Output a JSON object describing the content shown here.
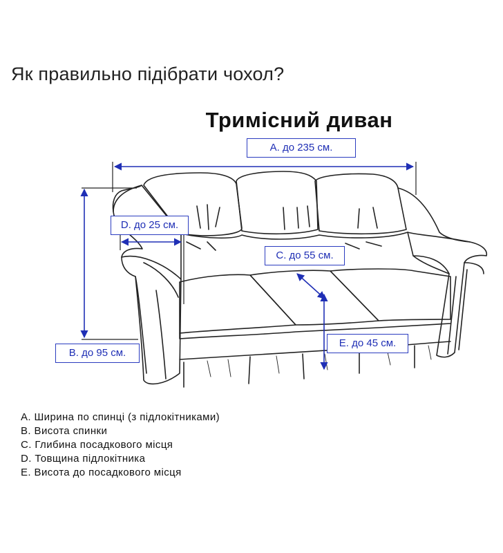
{
  "page": {
    "heading": "Як правильно підібрати чохол?"
  },
  "diagram": {
    "title": "Тримісний диван",
    "labels": {
      "a": "A. до 235 см.",
      "b": "B. до 95 см.",
      "c": "C. до 55 см.",
      "d": "D. до 25 см.",
      "e": "E. до 45 см."
    },
    "accent_color": "#1f2fb5"
  },
  "legend": {
    "items": [
      "A. Ширина по спинці (з підлокітниками)",
      "B. Висота спинки",
      "C. Глибина посадкового місця",
      "D. Товщина підлокітника",
      "E. Висота до посадкового місця"
    ]
  }
}
